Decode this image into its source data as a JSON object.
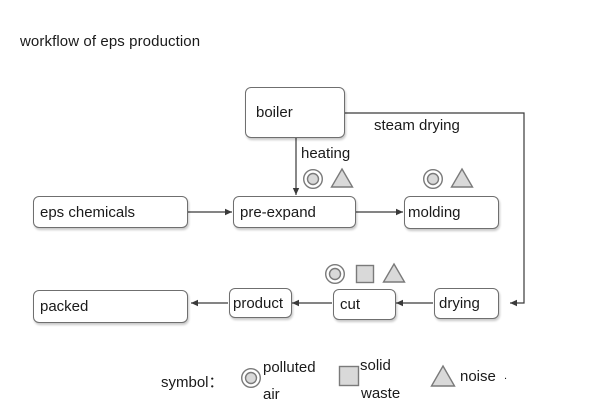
{
  "title": "workflow of eps production",
  "nodes": {
    "boiler": "boiler",
    "eps_chemicals": "eps chemicals",
    "pre_expand": "pre-expand",
    "molding": "molding",
    "packed": "packed",
    "product": "product",
    "cut": "cut",
    "drying": "drying"
  },
  "edge_labels": {
    "heating": "heating",
    "steam_drying": "steam drying"
  },
  "legend": {
    "prefix": "symbol：",
    "air_line1": "polluted",
    "air_line2": "air",
    "solid_line1": "solid",
    "solid_line2": "waste",
    "noise": "noise",
    "noise_trailing": "."
  },
  "icons": {
    "polluted_air": "double-circle-icon",
    "solid_waste": "square-icon",
    "noise": "triangle-icon"
  },
  "colors": {
    "line": "#3a3a3a",
    "symbol_stroke": "#7a7a7a",
    "symbol_fill": "#d9d9d9"
  }
}
